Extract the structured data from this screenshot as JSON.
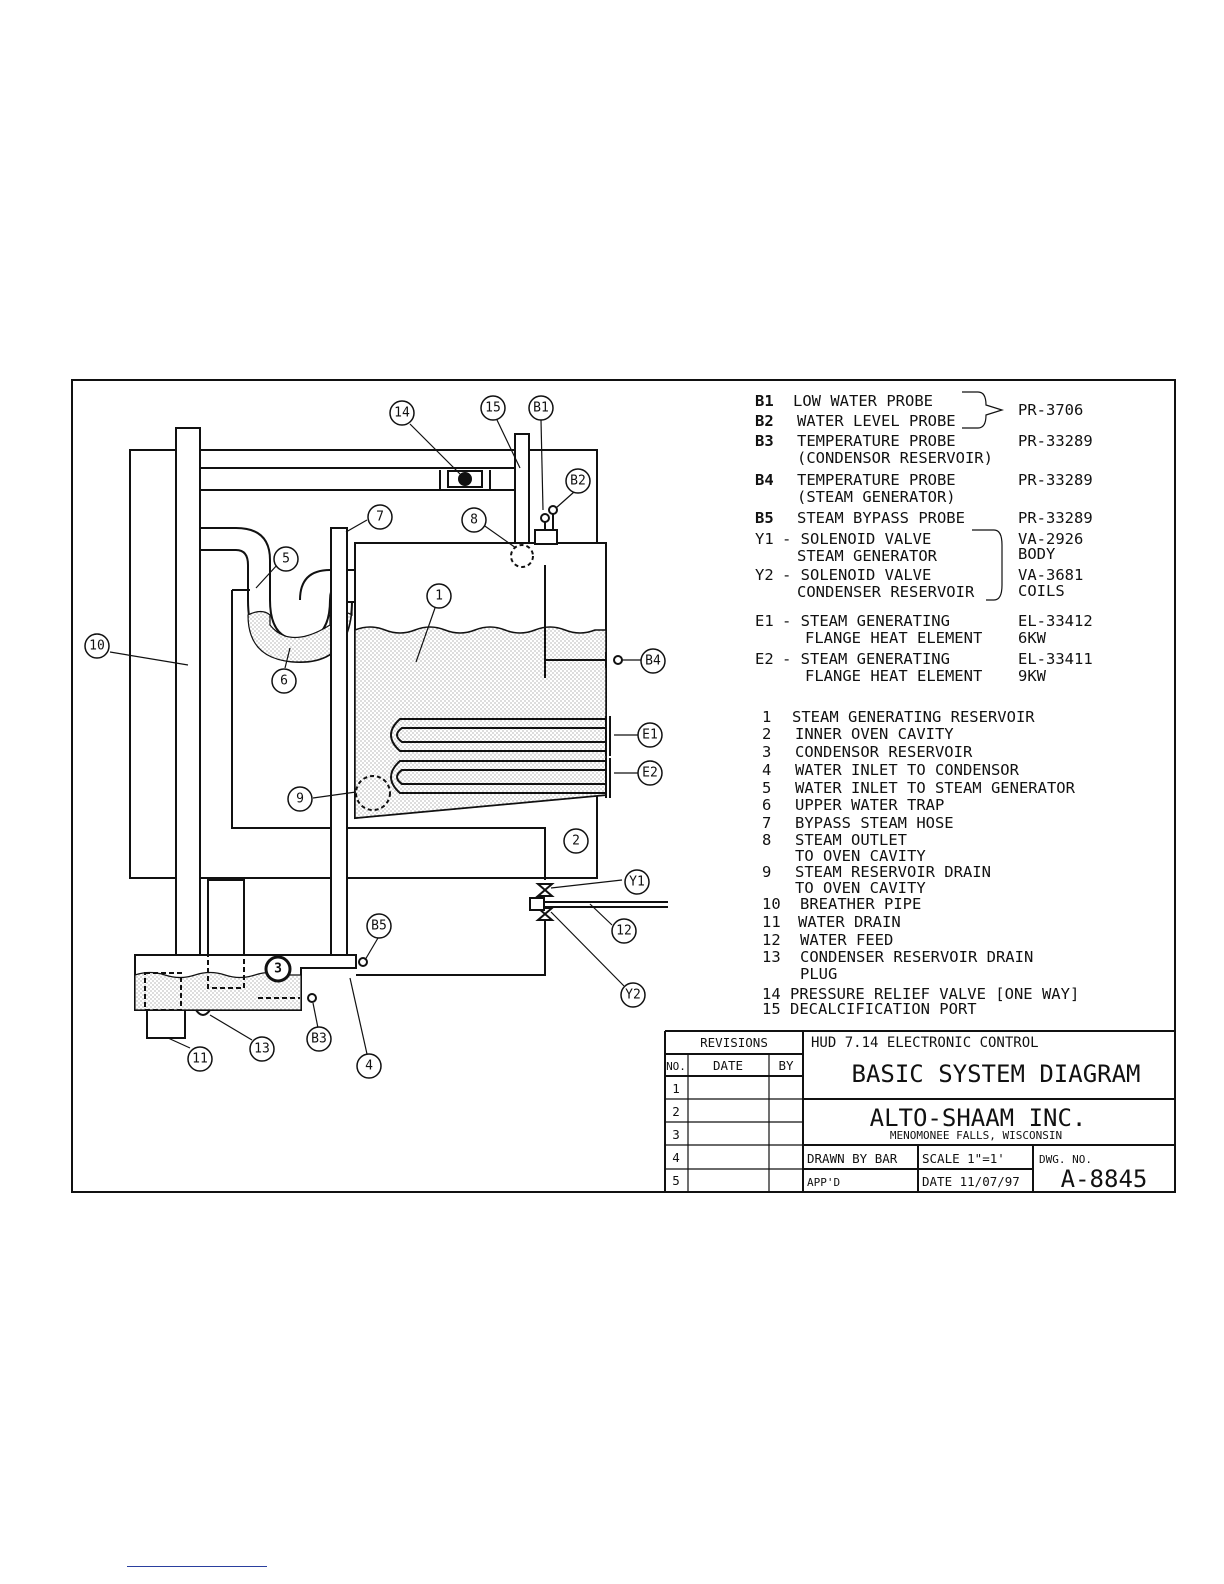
{
  "colors": {
    "ink": "#111111",
    "water_fill": "#dcdcdc",
    "footer_rule": "#2a3f9e"
  },
  "callouts": {
    "c14": "14",
    "c15": "15",
    "cB1": "B1",
    "cB2": "B2",
    "c7": "7",
    "c8": "8",
    "c5": "5",
    "c1": "1",
    "c10": "10",
    "c6": "6",
    "cB4": "B4",
    "cE1": "E1",
    "cE2": "E2",
    "c9": "9",
    "c2": "2",
    "cY1": "Y1",
    "cB5": "B5",
    "c12": "12",
    "c3": "3",
    "cY2": "Y2",
    "c11": "11",
    "c13": "13",
    "cB3": "B3",
    "c4": "4"
  },
  "legend": {
    "B1": {
      "code": "B1",
      "desc": "LOW WATER PROBE"
    },
    "B2": {
      "code": "B2",
      "desc": "WATER LEVEL PROBE"
    },
    "B1_B2_part": "PR-3706",
    "B3": {
      "code": "B3",
      "desc": "TEMPERATURE PROBE",
      "desc2": "(CONDENSOR RESERVOIR)",
      "part": "PR-33289"
    },
    "B4": {
      "code": "B4",
      "desc": "TEMPERATURE PROBE",
      "desc2": "(STEAM GENERATOR)",
      "part": "PR-33289"
    },
    "B5": {
      "code": "B5",
      "desc": "STEAM BYPASS PROBE",
      "part": "PR-33289"
    },
    "Y1": {
      "code": "Y1",
      "desc": "- SOLENOID VALVE",
      "desc2": "STEAM GENERATOR"
    },
    "Y2": {
      "code": "Y2",
      "desc": "- SOLENOID VALVE",
      "desc2": "CONDENSER RESERVOIR"
    },
    "Y_parts": [
      "VA-2926",
      "BODY",
      "VA-3681",
      "COILS"
    ],
    "E1": {
      "code": "E1",
      "desc": "- STEAM GENERATING",
      "desc2": "FLANGE HEAT ELEMENT",
      "part": "EL-33412",
      "part2": "6KW"
    },
    "E2": {
      "code": "E2",
      "desc": "- STEAM GENERATING",
      "desc2": "FLANGE HEAT ELEMENT",
      "part": "EL-33411",
      "part2": "9KW"
    }
  },
  "components": [
    {
      "num": "1",
      "desc": "STEAM GENERATING RESERVOIR"
    },
    {
      "num": "2",
      "desc": "INNER OVEN CAVITY"
    },
    {
      "num": "3",
      "desc": "CONDENSOR RESERVOIR"
    },
    {
      "num": "4",
      "desc": "WATER INLET TO CONDENSOR"
    },
    {
      "num": "5",
      "desc": "WATER INLET TO STEAM GENERATOR"
    },
    {
      "num": "6",
      "desc": "UPPER WATER TRAP"
    },
    {
      "num": "7",
      "desc": "BYPASS STEAM HOSE"
    },
    {
      "num": "8",
      "desc": "STEAM OUTLET",
      "desc2": "TO OVEN CAVITY"
    },
    {
      "num": "9",
      "desc": "STEAM RESERVOIR DRAIN",
      "desc2": "TO OVEN CAVITY"
    },
    {
      "num": "10",
      "desc": "BREATHER PIPE"
    },
    {
      "num": "11",
      "desc": "WATER DRAIN"
    },
    {
      "num": "12",
      "desc": "WATER FEED"
    },
    {
      "num": "13",
      "desc": "CONDENSER RESERVOIR DRAIN",
      "desc2": "PLUG"
    },
    {
      "num": "14",
      "desc": "PRESSURE RELIEF VALVE [ONE WAY]"
    },
    {
      "num": "15",
      "desc": "DECALCIFICATION PORT"
    }
  ],
  "title_block": {
    "revisions_label": "REVISIONS",
    "no_label": "NO.",
    "date_label": "DATE",
    "by_label": "BY",
    "rows": [
      "1",
      "2",
      "3",
      "4",
      "5"
    ],
    "project": "HUD 7.14 ELECTRONIC CONTROL",
    "title": "BASIC SYSTEM DIAGRAM",
    "company": "ALTO-SHAAM INC.",
    "location": "MENOMONEE FALLS, WISCONSIN",
    "drawn_by": "DRAWN BY BAR",
    "scale": "SCALE  1\"=1'",
    "dwg_label": "DWG. NO.",
    "appd": "APP'D",
    "date": "DATE 11/07/97",
    "dwg_no": "A-8845"
  }
}
